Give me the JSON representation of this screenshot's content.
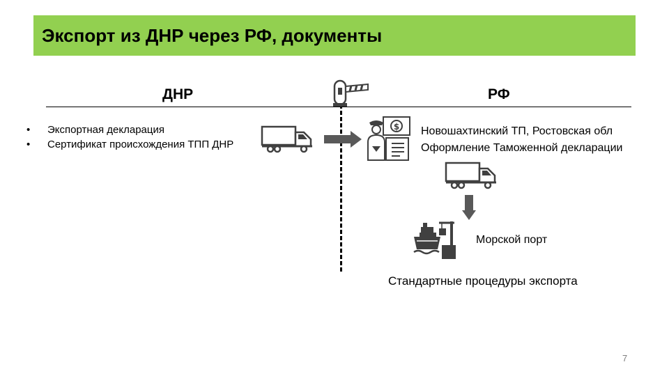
{
  "slide": {
    "title": "Экспорт из ДНР через РФ, документы",
    "left_heading": "ДНР",
    "right_heading": "РФ",
    "left_items": [
      "Экспортная декларация",
      "Сертификат происхождения ТПП ДНР"
    ],
    "customs_post": "Новошахтинский ТП, Ростовская обл",
    "customs_action": "Оформление Таможенной декларации",
    "sea_port": "Морской порт",
    "standard_procedures": "Стандартные  процедуры экспорта",
    "page_number": "7"
  },
  "colors": {
    "title_bg": "#92d050",
    "icon_dark": "#404040",
    "arrow": "#595959"
  },
  "icons": [
    "barrier-icon",
    "truck-icon",
    "arrow-right-icon",
    "customs-officer-icon",
    "arrow-down-icon",
    "cargo-ship-icon",
    "port-crane-icon"
  ]
}
